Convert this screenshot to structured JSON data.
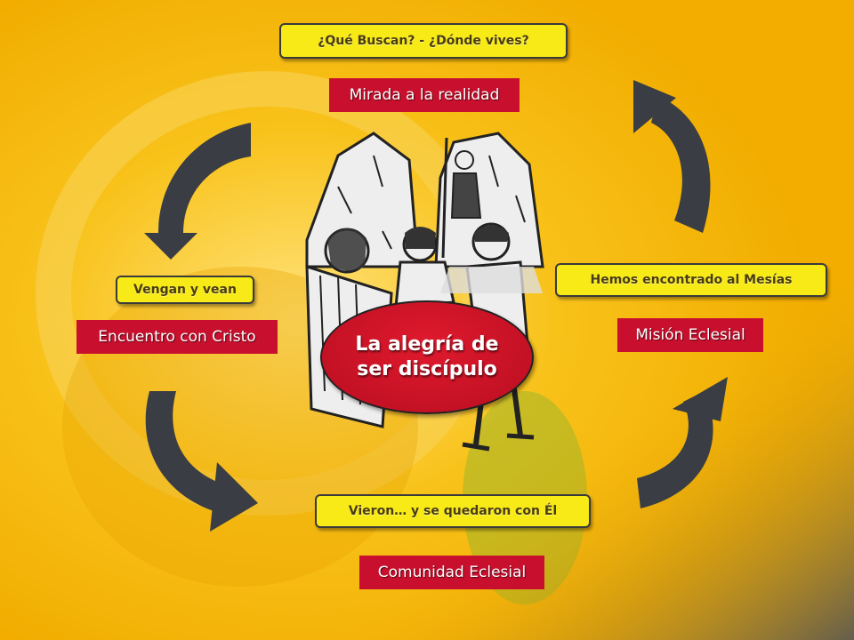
{
  "center": {
    "line1": "La alegría de",
    "line2": "ser discípulo"
  },
  "top": {
    "question": "¿Qué Buscan? - ¿Dónde vives?",
    "title": "Mirada a la realidad"
  },
  "left": {
    "question": "Vengan y vean",
    "title": "Encuentro con Cristo"
  },
  "right": {
    "question": "Hemos encontrado al Mesías",
    "title": "Misión Eclesial"
  },
  "bottom": {
    "question": "Vieron… y se quedaron con Él",
    "title": "Comunidad Eclesial"
  },
  "colors": {
    "background": "#f5b800",
    "pill": "#f7ea16",
    "red": "#c8102e",
    "arrow": "#3a3d44"
  }
}
